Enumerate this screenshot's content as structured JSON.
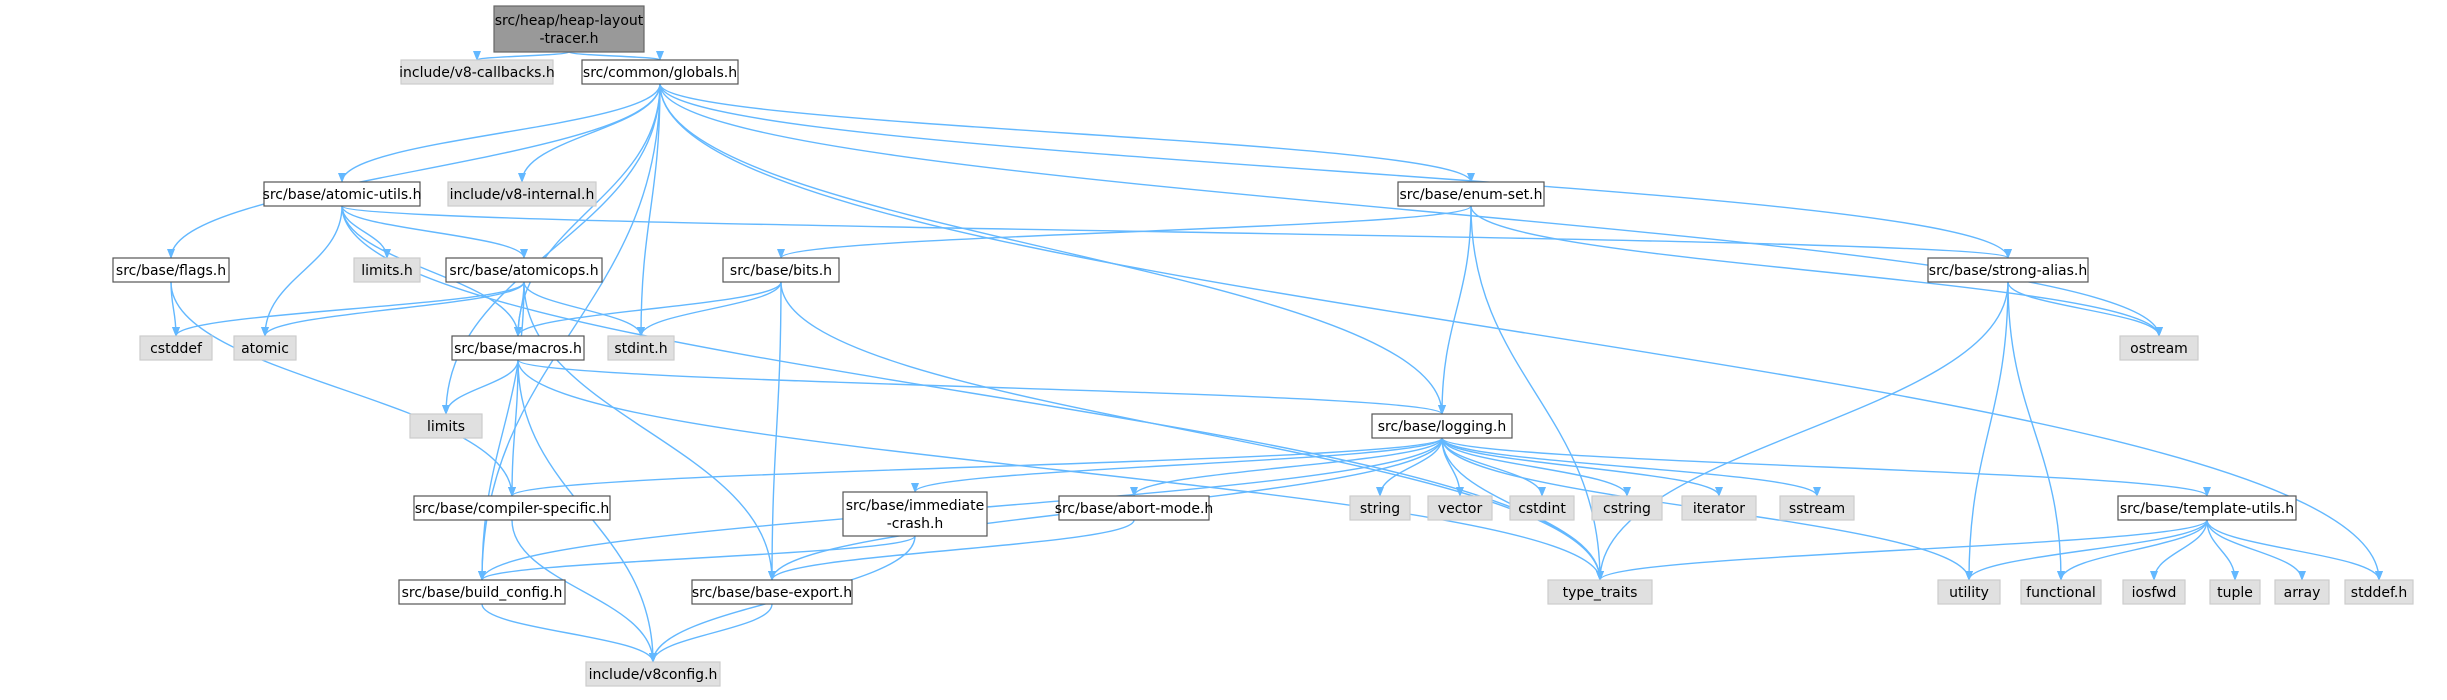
{
  "colors": {
    "edge": "#63b8ff",
    "root_fill": "#999999",
    "root_stroke": "#666666",
    "internal_fill": "#ffffff",
    "internal_stroke": "#555555",
    "external_fill": "#e0e0e0",
    "external_stroke": "#cccccc"
  },
  "nodes": [
    {
      "id": "heap",
      "lines": [
        "src/heap/heap-layout",
        "-tracer.h"
      ],
      "kind": "root"
    },
    {
      "id": "v8cb",
      "lines": [
        "include/v8-callbacks.h"
      ],
      "kind": "external"
    },
    {
      "id": "globals",
      "lines": [
        "src/common/globals.h"
      ],
      "kind": "internal"
    },
    {
      "id": "atomicutils",
      "lines": [
        "src/base/atomic-utils.h"
      ],
      "kind": "internal"
    },
    {
      "id": "v8internal",
      "lines": [
        "include/v8-internal.h"
      ],
      "kind": "external"
    },
    {
      "id": "enumset",
      "lines": [
        "src/base/enum-set.h"
      ],
      "kind": "internal"
    },
    {
      "id": "flags",
      "lines": [
        "src/base/flags.h"
      ],
      "kind": "internal"
    },
    {
      "id": "limitsh",
      "lines": [
        "limits.h"
      ],
      "kind": "external"
    },
    {
      "id": "atomicops",
      "lines": [
        "src/base/atomicops.h"
      ],
      "kind": "internal"
    },
    {
      "id": "bits",
      "lines": [
        "src/base/bits.h"
      ],
      "kind": "internal"
    },
    {
      "id": "strongalias",
      "lines": [
        "src/base/strong-alias.h"
      ],
      "kind": "internal"
    },
    {
      "id": "cstddef",
      "lines": [
        "cstddef"
      ],
      "kind": "external"
    },
    {
      "id": "atomic",
      "lines": [
        "atomic"
      ],
      "kind": "external"
    },
    {
      "id": "macros",
      "lines": [
        "src/base/macros.h"
      ],
      "kind": "internal"
    },
    {
      "id": "stdint",
      "lines": [
        "stdint.h"
      ],
      "kind": "external"
    },
    {
      "id": "ostream",
      "lines": [
        "ostream"
      ],
      "kind": "external"
    },
    {
      "id": "limits",
      "lines": [
        "limits"
      ],
      "kind": "external"
    },
    {
      "id": "logging",
      "lines": [
        "src/base/logging.h"
      ],
      "kind": "internal"
    },
    {
      "id": "compiler",
      "lines": [
        "src/base/compiler-specific.h"
      ],
      "kind": "internal"
    },
    {
      "id": "immediate",
      "lines": [
        "src/base/immediate",
        "-crash.h"
      ],
      "kind": "internal"
    },
    {
      "id": "abortmode",
      "lines": [
        "src/base/abort-mode.h"
      ],
      "kind": "internal"
    },
    {
      "id": "string",
      "lines": [
        "string"
      ],
      "kind": "external"
    },
    {
      "id": "vector",
      "lines": [
        "vector"
      ],
      "kind": "external"
    },
    {
      "id": "cstdint",
      "lines": [
        "cstdint"
      ],
      "kind": "external"
    },
    {
      "id": "cstring",
      "lines": [
        "cstring"
      ],
      "kind": "external"
    },
    {
      "id": "iterator",
      "lines": [
        "iterator"
      ],
      "kind": "external"
    },
    {
      "id": "sstream",
      "lines": [
        "sstream"
      ],
      "kind": "external"
    },
    {
      "id": "templateutils",
      "lines": [
        "src/base/template-utils.h"
      ],
      "kind": "internal"
    },
    {
      "id": "buildconfig",
      "lines": [
        "src/base/build_config.h"
      ],
      "kind": "internal"
    },
    {
      "id": "baseexport",
      "lines": [
        "src/base/base-export.h"
      ],
      "kind": "internal"
    },
    {
      "id": "typetraits",
      "lines": [
        "type_traits"
      ],
      "kind": "external"
    },
    {
      "id": "utility",
      "lines": [
        "utility"
      ],
      "kind": "external"
    },
    {
      "id": "functional",
      "lines": [
        "functional"
      ],
      "kind": "external"
    },
    {
      "id": "iosfwd",
      "lines": [
        "iosfwd"
      ],
      "kind": "external"
    },
    {
      "id": "tuple",
      "lines": [
        "tuple"
      ],
      "kind": "external"
    },
    {
      "id": "array",
      "lines": [
        "array"
      ],
      "kind": "external"
    },
    {
      "id": "stddefh",
      "lines": [
        "stddef.h"
      ],
      "kind": "external"
    },
    {
      "id": "v8config",
      "lines": [
        "include/v8config.h"
      ],
      "kind": "external"
    }
  ],
  "edges": [
    [
      "heap",
      "v8cb"
    ],
    [
      "heap",
      "globals"
    ],
    [
      "globals",
      "atomicutils"
    ],
    [
      "globals",
      "v8internal"
    ],
    [
      "globals",
      "enumset"
    ],
    [
      "globals",
      "flags"
    ],
    [
      "globals",
      "macros"
    ],
    [
      "globals",
      "stdint"
    ],
    [
      "globals",
      "strongalias"
    ],
    [
      "globals",
      "ostream"
    ],
    [
      "globals",
      "limits"
    ],
    [
      "globals",
      "logging"
    ],
    [
      "globals",
      "buildconfig"
    ],
    [
      "globals",
      "stddefh"
    ],
    [
      "atomicutils",
      "limitsh"
    ],
    [
      "atomicutils",
      "atomicops"
    ],
    [
      "atomicutils",
      "atomic"
    ],
    [
      "atomicutils",
      "macros"
    ],
    [
      "atomicutils",
      "strongalias"
    ],
    [
      "atomicutils",
      "typetraits"
    ],
    [
      "flags",
      "cstddef"
    ],
    [
      "flags",
      "compiler"
    ],
    [
      "atomicops",
      "cstddef"
    ],
    [
      "atomicops",
      "atomic"
    ],
    [
      "atomicops",
      "macros"
    ],
    [
      "atomicops",
      "stdint"
    ],
    [
      "atomicops",
      "buildconfig"
    ],
    [
      "atomicops",
      "baseexport"
    ],
    [
      "enumset",
      "bits"
    ],
    [
      "enumset",
      "logging"
    ],
    [
      "enumset",
      "ostream"
    ],
    [
      "enumset",
      "typetraits"
    ],
    [
      "bits",
      "macros"
    ],
    [
      "bits",
      "stdint"
    ],
    [
      "bits",
      "baseexport"
    ],
    [
      "bits",
      "typetraits"
    ],
    [
      "strongalias",
      "ostream"
    ],
    [
      "strongalias",
      "typetraits"
    ],
    [
      "strongalias",
      "utility"
    ],
    [
      "strongalias",
      "functional"
    ],
    [
      "macros",
      "limits"
    ],
    [
      "macros",
      "logging"
    ],
    [
      "macros",
      "compiler"
    ],
    [
      "macros",
      "v8config"
    ],
    [
      "macros",
      "typetraits"
    ],
    [
      "logging",
      "compiler"
    ],
    [
      "logging",
      "immediate"
    ],
    [
      "logging",
      "abortmode"
    ],
    [
      "logging",
      "string"
    ],
    [
      "logging",
      "vector"
    ],
    [
      "logging",
      "cstdint"
    ],
    [
      "logging",
      "cstring"
    ],
    [
      "logging",
      "iterator"
    ],
    [
      "logging",
      "sstream"
    ],
    [
      "logging",
      "templateutils"
    ],
    [
      "logging",
      "buildconfig"
    ],
    [
      "logging",
      "baseexport"
    ],
    [
      "logging",
      "typetraits"
    ],
    [
      "logging",
      "utility"
    ],
    [
      "compiler",
      "v8config"
    ],
    [
      "immediate",
      "buildconfig"
    ],
    [
      "immediate",
      "v8config"
    ],
    [
      "abortmode",
      "baseexport"
    ],
    [
      "templateutils",
      "typetraits"
    ],
    [
      "templateutils",
      "utility"
    ],
    [
      "templateutils",
      "functional"
    ],
    [
      "templateutils",
      "iosfwd"
    ],
    [
      "templateutils",
      "tuple"
    ],
    [
      "templateutils",
      "array"
    ],
    [
      "templateutils",
      "stddefh"
    ],
    [
      "buildconfig",
      "v8config"
    ],
    [
      "baseexport",
      "v8config"
    ]
  ]
}
